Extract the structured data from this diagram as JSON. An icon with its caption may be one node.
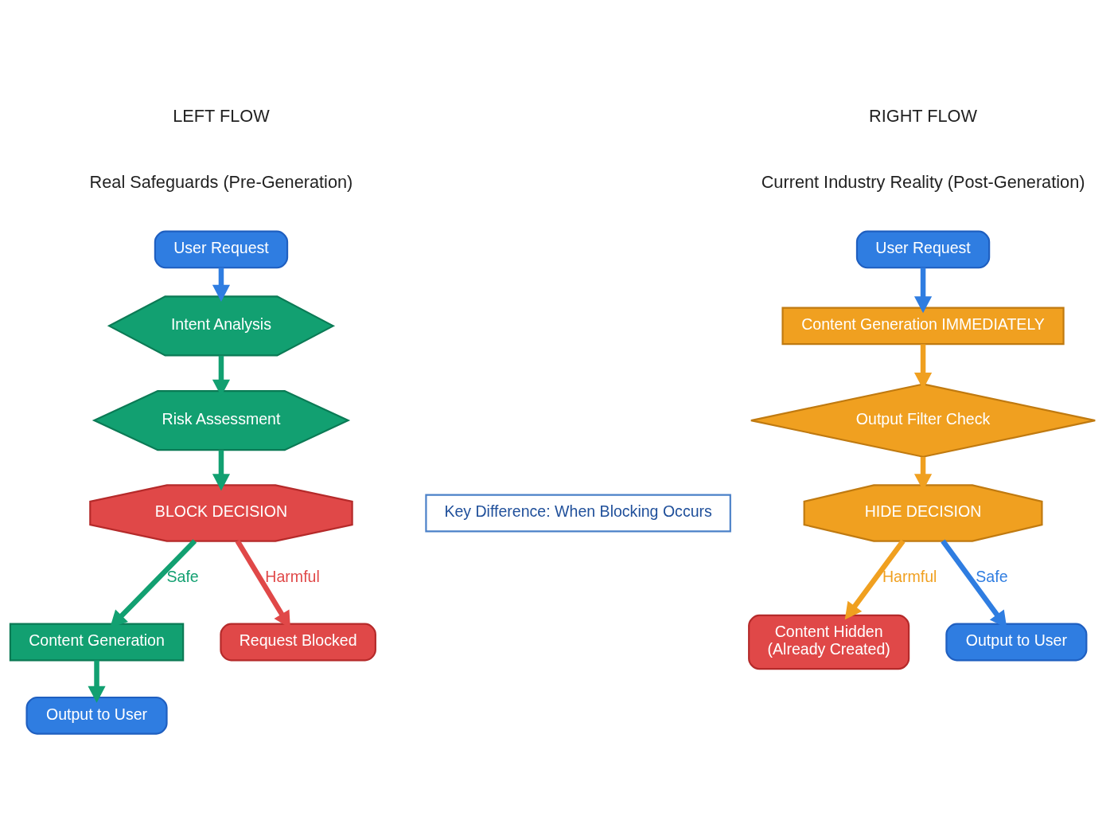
{
  "diagram": {
    "nodes": [
      {
        "text": [
          "User Request"
        ]
      },
      {
        "text": [
          "Intent Analysis"
        ]
      },
      {
        "text": [
          "Risk Assessment"
        ]
      },
      {
        "text": [
          "BLOCK DECISION"
        ]
      },
      {
        "text": [
          "Content Generation"
        ]
      },
      {
        "text": [
          "Request Blocked"
        ]
      },
      {
        "text": [
          "Output to User"
        ]
      },
      {
        "text": [
          "User Request"
        ]
      },
      {
        "text": [
          "Content Generation IMMEDIATELY"
        ]
      },
      {
        "text": [
          "Output Filter Check"
        ]
      },
      {
        "text": [
          "HIDE DECISION"
        ]
      },
      {
        "text": [
          "Content Hidden",
          "(Already Created)"
        ]
      },
      {
        "text": [
          "Output to User"
        ]
      },
      {
        "text": [
          "Key Difference: When Blocking Occurs"
        ]
      }
    ],
    "edges": [
      {
        "from": 0,
        "to": 1,
        "arrow": "to",
        "color": "#2f7de1"
      },
      {
        "from": 1,
        "to": 2,
        "arrow": "to"
      },
      {
        "from": 2,
        "to": 3,
        "arrow": "to"
      },
      {
        "from": 3,
        "to": 4,
        "arrow": "to",
        "label": "Safe"
      },
      {
        "from": 3,
        "to": 5,
        "arrow": "to",
        "label": "Harmful",
        "color": "#e04848"
      },
      {
        "from": 4,
        "to": 6,
        "arrow": "to"
      },
      {
        "from": 7,
        "to": 8,
        "arrow": "to",
        "color": "#2f7de1"
      },
      {
        "from": 8,
        "to": 9,
        "arrow": "to",
        "color": "#f0a020"
      },
      {
        "from": 9,
        "to": 10,
        "arrow": "to",
        "color": "#f0a020"
      },
      {
        "from": 10,
        "to": 11,
        "arrow": "to",
        "label": "Harmful",
        "color": "#f0a020"
      },
      {
        "from": 10,
        "to": 12,
        "arrow": "to",
        "label": "Safe",
        "color": "#2f7de1"
      }
    ],
    "labels": [
      "LEFT FLOW",
      "Real Safeguards (Pre-Generation)",
      "RIGHT FLOW",
      "Current Industry Reality (Post-Generation)"
    ]
  }
}
